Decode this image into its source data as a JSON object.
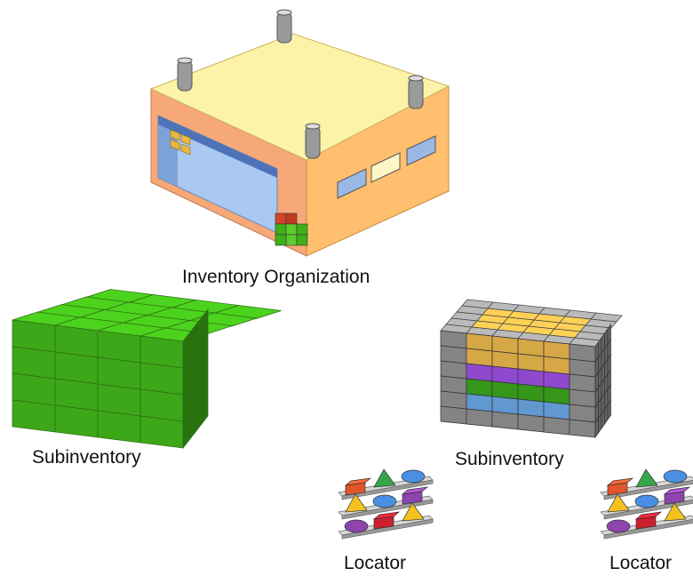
{
  "nodes": {
    "inventory_org": {
      "label": "Inventory Organization",
      "icon": "warehouse-building-icon"
    },
    "subinventory_left": {
      "label": "Subinventory",
      "icon": "green-cube-stack-icon"
    },
    "subinventory_right": {
      "label": "Subinventory",
      "icon": "layered-cube-stack-icon"
    },
    "locator_left": {
      "label": "Locator",
      "icon": "locator-shelf-icon"
    },
    "locator_right": {
      "label": "Locator",
      "icon": "locator-shelf-icon"
    }
  },
  "colors": {
    "roof": "#fbf3a6",
    "wall_front": "#f6b880",
    "wall_side": "#ffbe6b",
    "window": "#a9c8f2",
    "green_cube": "#3fb019",
    "layer_orange": "#e9b64b",
    "layer_purple": "#9a4fe0",
    "layer_green": "#3aa31c",
    "layer_blue": "#6aa5e2",
    "frame_gray": "#8f8f8f"
  }
}
